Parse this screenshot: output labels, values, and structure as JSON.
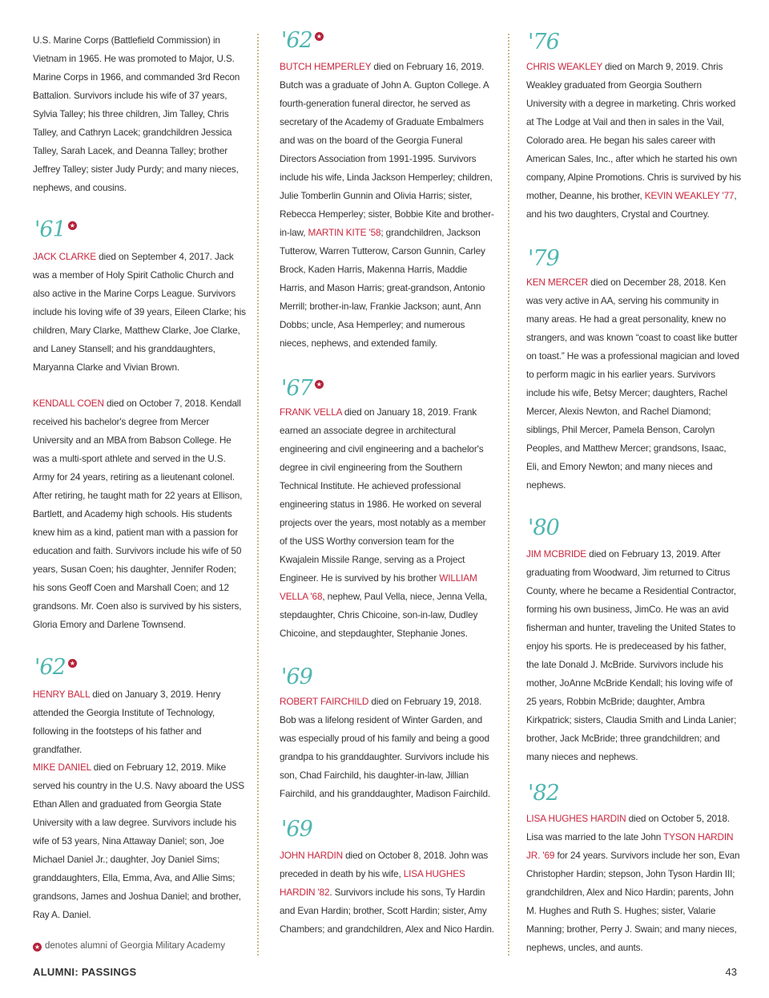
{
  "colors": {
    "accent": "#c8283f",
    "year": "#4fb6b0",
    "star": "#b5223a"
  },
  "columns": [
    [
      {
        "type": "p",
        "segs": [
          {
            "t": "U.S. Marine Corps (Battlefield Commission) in Vietnam in 1965. He was promoted to Major, U.S. Marine Corps in 1966, and commanded 3rd Recon Battalion. Survivors include his wife of 37 years, Sylvia Talley; his three children, Jim Talley, Chris Talley, and Cathryn Lacek; grandchildren Jessica Talley, Sarah Lacek, and Deanna Talley; brother Jeffrey Talley; sister Judy Purdy; and many nieces, nephews, and cousins."
          }
        ]
      },
      {
        "type": "year",
        "label": "'61",
        "star": true
      },
      {
        "type": "p",
        "segs": [
          {
            "t": "JACK CLARKE",
            "h": true
          },
          {
            "t": " died on September 4, 2017. Jack was a member of Holy Spirit Catholic Church and also active in the Marine Corps League. Survivors include his loving wife of 39 years, Eileen Clarke; his children, Mary Clarke, Matthew Clarke, Joe Clarke, and Laney Stansell; and his granddaughters, Maryanna Clarke and Vivian Brown."
          }
        ]
      },
      {
        "type": "p",
        "segs": [
          {
            "t": "KENDALL COEN",
            "h": true
          },
          {
            "t": " died on October 7, 2018. Kendall received his bachelor's degree from Mercer University and an MBA from Babson College. He was a multi-sport athlete and served in the U.S. Army for 24 years, retiring as a lieutenant colonel. After retiring, he taught math for 22 years at Ellison, Bartlett, and Academy high schools. His students knew him as a kind, patient man with a passion for education and faith. Survivors include his wife of 50 years, Susan Coen; his daughter, Jennifer Roden; his sons Geoff Coen and Marshall Coen; and 12 grandsons. Mr. Coen also is survived by his sisters, Gloria Emory and Darlene Townsend."
          }
        ]
      },
      {
        "type": "year",
        "label": "'62",
        "star": true
      },
      {
        "type": "p",
        "segs": [
          {
            "t": "HENRY BALL",
            "h": true
          },
          {
            "t": " died on January 3, 2019. Henry attended the Georgia Institute of Technology, following in the footsteps of his father and grandfather."
          }
        ]
      },
      {
        "type": "p",
        "segs": [
          {
            "t": "MIKE DANIEL",
            "h": true
          },
          {
            "t": " died on February 12, 2019. Mike served his country in the U.S. Navy aboard the USS Ethan Allen and graduated from Georgia State University with a law degree. Survivors include his wife of 53 years, Nina Attaway Daniel; son, Joe Michael Daniel Jr.; daughter, Joy Daniel Sims; granddaughters, Ella, Emma, Ava, and Allie Sims; grandsons, James and Joshua Daniel; and brother, Ray A. Daniel."
          }
        ]
      }
    ],
    [
      {
        "type": "year",
        "label": "'62",
        "star": true
      },
      {
        "type": "p",
        "segs": [
          {
            "t": "BUTCH HEMPERLEY",
            "h": true
          },
          {
            "t": " died on February 16, 2019. Butch was a graduate of John A. Gupton College. A fourth-generation funeral director, he served as secretary of the Academy of Graduate Embalmers and was on the board of the Georgia Funeral Directors Association from 1991-1995. Survivors include his wife, Linda Jackson Hemperley; children, Julie Tomberlin Gunnin and Olivia Harris; sister, Rebecca Hemperley; sister, Bobbie Kite and brother-in-law, "
          },
          {
            "t": "MARTIN KITE '58",
            "h": true
          },
          {
            "t": "; grandchildren, Jackson Tutterow, Warren Tutterow, Carson Gunnin, Carley Brock, Kaden Harris, Makenna Harris, Maddie Harris, and Mason Harris; great-grandson, Antonio Merrill; brother-in-law, Frankie Jackson; aunt, Ann Dobbs; uncle, Asa Hemperley; and numerous nieces, nephews, and extended family."
          }
        ]
      },
      {
        "type": "year",
        "label": "'67",
        "star": true
      },
      {
        "type": "p",
        "segs": [
          {
            "t": "FRANK VELLA",
            "h": true
          },
          {
            "t": " died on January 18, 2019. Frank earned an associate degree in architectural engineering and civil engineering and a bachelor's degree in civil engineering from the Southern Technical Institute. He achieved professional engineering status in 1986. He worked on several projects over the years, most notably as a member of the USS Worthy conversion team for the Kwajalein Missile Range, serving as a Project Engineer. He is survived by his brother "
          },
          {
            "t": "WILLIAM VELLA '68",
            "h": true
          },
          {
            "t": ", nephew, Paul Vella, niece, Jenna Vella, stepdaughter, Chris Chicoine, son-in-law, Dudley Chicoine, and stepdaughter, Stephanie Jones."
          }
        ]
      },
      {
        "type": "year",
        "label": "'69",
        "star": false
      },
      {
        "type": "p",
        "segs": [
          {
            "t": "ROBERT FAIRCHILD",
            "h": true
          },
          {
            "t": " died on February 19, 2018. Bob was a lifelong resident of Winter Garden, and was especially proud of his family and being a good grandpa to his granddaughter. Survivors include his son, Chad Fairchild, his daughter-in-law, Jillian Fairchild, and his granddaughter, Madison Fairchild."
          }
        ]
      },
      {
        "type": "year",
        "label": "'69",
        "star": false
      },
      {
        "type": "p",
        "segs": [
          {
            "t": "JOHN HARDIN",
            "h": true
          },
          {
            "t": " died on October 8, 2018. John was preceded in death by his wife, "
          },
          {
            "t": "LISA HUGHES HARDIN '82",
            "h": true
          },
          {
            "t": ". Survivors include his sons, Ty Hardin and Evan Hardin; brother, Scott Hardin; sister, Amy Chambers; and grandchildren, Alex and Nico Hardin."
          }
        ]
      }
    ],
    [
      {
        "type": "year",
        "label": "'76",
        "star": false
      },
      {
        "type": "p",
        "segs": [
          {
            "t": "CHRIS WEAKLEY",
            "h": true
          },
          {
            "t": " died on March 9, 2019. Chris Weakley graduated from Georgia Southern University with a degree in marketing. Chris worked at The Lodge at Vail and then in sales in the Vail, Colorado area. He began his sales career with American Sales, Inc., after which he started his own company, Alpine Promotions. Chris is survived by his mother, Deanne, his brother, "
          },
          {
            "t": "KEVIN WEAKLEY '77",
            "h": true
          },
          {
            "t": ", and his two daughters, Crystal and Courtney."
          }
        ]
      },
      {
        "type": "year",
        "label": "'79",
        "star": false
      },
      {
        "type": "p",
        "segs": [
          {
            "t": "KEN MERCER",
            "h": true
          },
          {
            "t": " died on December 28, 2018. Ken was very active in AA, serving his community in many areas. He had a great personality, knew no strangers, and was known “coast to coast like butter on toast.” He was a professional magician and loved to perform magic in his earlier years. Survivors include his wife, Betsy Mercer; daughters, Rachel Mercer, Alexis Newton, and Rachel Diamond; siblings, Phil Mercer, Pamela Benson, Carolyn Peoples, and Matthew Mercer; grandsons, Isaac, Eli, and Emory Newton; and many nieces and nephews."
          }
        ]
      },
      {
        "type": "year",
        "label": "'80",
        "star": false
      },
      {
        "type": "p",
        "segs": [
          {
            "t": "JIM MCBRIDE",
            "h": true
          },
          {
            "t": " died on February 13, 2019. After graduating from Woodward, Jim returned to Citrus County, where he became a Residential Contractor, forming his own business, JimCo. He was an avid fisherman and hunter, traveling the United States to enjoy his sports. He is predeceased by his father, the late Donald J. McBride. Survivors include his mother, JoAnne McBride Kendall; his loving wife of 25 years, Robbin McBride; daughter, Ambra Kirkpatrick; sisters, Claudia Smith and Linda Lanier; brother, Jack McBride; three grandchildren; and many nieces and nephews."
          }
        ]
      },
      {
        "type": "year",
        "label": "'82",
        "star": false
      },
      {
        "type": "p",
        "segs": [
          {
            "t": "LISA HUGHES HARDIN",
            "h": true
          },
          {
            "t": " died on October 5, 2018. Lisa was married to the late John "
          },
          {
            "t": "TYSON HARDIN JR. '69",
            "h": true
          },
          {
            "t": " for 24 years. Survivors include her son, Evan Christopher Hardin; stepson, John Tyson Hardin III; grandchildren, Alex and Nico Hardin; parents, John M. Hughes and Ruth S. Hughes; sister, Valarie Manning; brother, Perry J. Swain; and many nieces, nephews, uncles, and aunts."
          }
        ]
      }
    ]
  ],
  "footnote": "denotes alumni of Georgia Military Academy",
  "footer": {
    "section": "ALUMNI: PASSINGS",
    "page": "43"
  }
}
